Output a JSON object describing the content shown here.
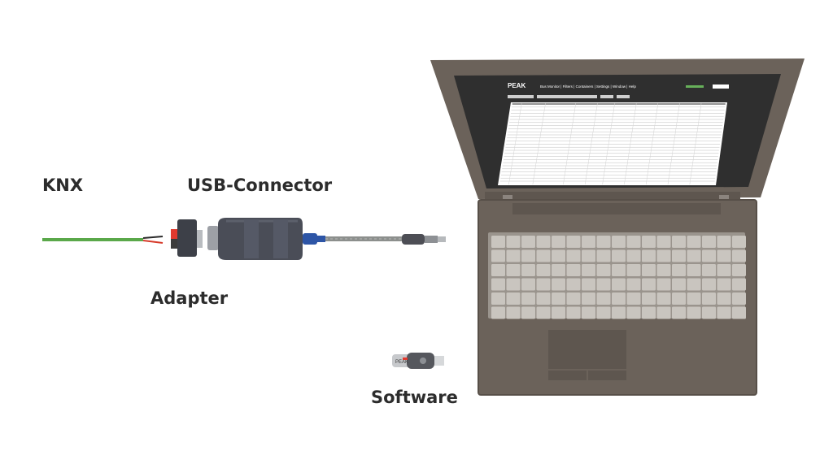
{
  "labels": {
    "knx": "KNX",
    "usb_connector": "USB-Connector",
    "adapter": "Adapter",
    "software": "Software"
  },
  "screen": {
    "logo": "PEAK",
    "menu": "Bus Monitor | Filters | Containers | Settings | Window | Help"
  },
  "stick_logo": "PEAK",
  "colors": {
    "cable_green": "#5aa84a",
    "cable_gray": "#8c8f8d",
    "laptop_body": "#6b625a",
    "screen_bg": "#2f2f2f",
    "connector_dark": "#4a4d57",
    "usb_blue": "#2d55a6"
  }
}
